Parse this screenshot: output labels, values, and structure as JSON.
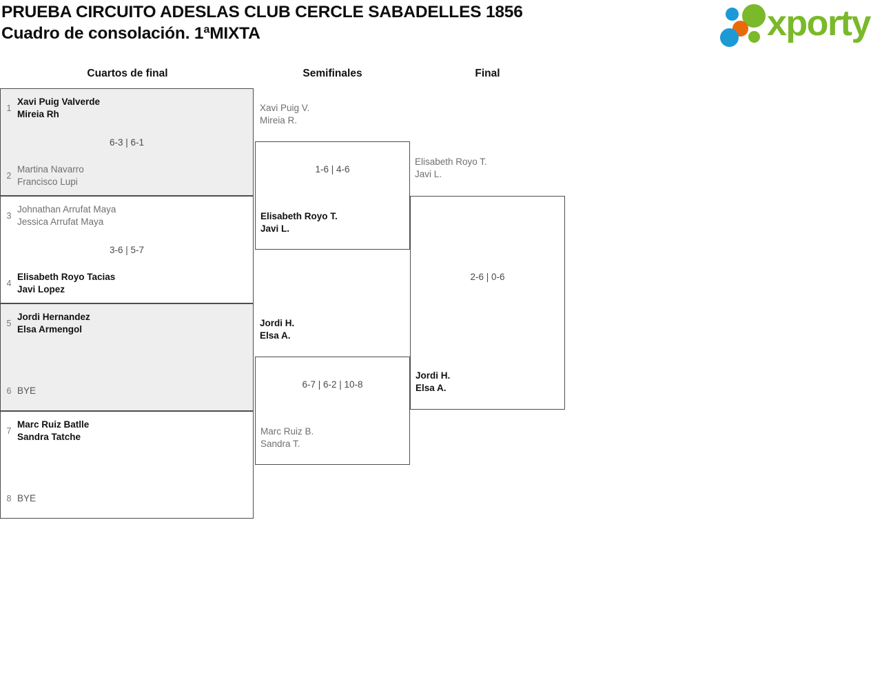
{
  "header": {
    "title_line1": "PRUEBA CIRCUITO ADESLAS CLUB CERCLE SABADELLES 1856",
    "title_line2": "Cuadro de consolación. 1ªMIXTA",
    "logo_text": "xporty",
    "logo_colors": {
      "green": "#7ab929",
      "blue": "#1b9ad6",
      "orange": "#e96a0b"
    }
  },
  "rounds": [
    {
      "label": "Cuartos de final"
    },
    {
      "label": "Semifinales"
    },
    {
      "label": "Final"
    }
  ],
  "quarterfinals": [
    {
      "shaded": true,
      "top": {
        "seed": "1",
        "line1": "Xavi Puig Valverde",
        "line2": "Mireia Rh",
        "winner": true
      },
      "bottom": {
        "seed": "2",
        "line1": "Martina Navarro",
        "line2": "Francisco Lupi",
        "winner": false
      },
      "score": "6-3 | 6-1"
    },
    {
      "shaded": false,
      "top": {
        "seed": "3",
        "line1": "Johnathan Arrufat Maya",
        "line2": "Jessica Arrufat Maya",
        "winner": false
      },
      "bottom": {
        "seed": "4",
        "line1": "Elisabeth Royo Tacias",
        "line2": "Javi Lopez",
        "winner": true
      },
      "score": "3-6 | 5-7"
    },
    {
      "shaded": true,
      "top": {
        "seed": "5",
        "line1": "Jordi Hernandez",
        "line2": "Elsa Armengol",
        "winner": true
      },
      "bottom": {
        "seed": "6",
        "line1": "BYE",
        "line2": "",
        "winner": false
      },
      "score": ""
    },
    {
      "shaded": false,
      "top": {
        "seed": "7",
        "line1": "Marc Ruiz Batlle",
        "line2": "Sandra Tatche",
        "winner": true
      },
      "bottom": {
        "seed": "8",
        "line1": "BYE",
        "line2": "",
        "winner": false
      },
      "score": ""
    }
  ],
  "semifinals": [
    {
      "top": {
        "line1": "Xavi Puig V.",
        "line2": "Mireia R.",
        "winner": false
      },
      "bottom": {
        "line1": "Elisabeth Royo T.",
        "line2": "Javi L.",
        "winner": true
      },
      "score": "1-6 | 4-6"
    },
    {
      "top": {
        "line1": "Jordi H.",
        "line2": "Elsa A.",
        "winner": true
      },
      "bottom": {
        "line1": "Marc Ruiz B.",
        "line2": "Sandra T.",
        "winner": false
      },
      "score": "6-7 | 6-2 | 10-8"
    }
  ],
  "final": {
    "top": {
      "line1": "Elisabeth Royo T.",
      "line2": "Javi L.",
      "winner": false
    },
    "bottom": {
      "line1": "Jordi H.",
      "line2": "Elsa A.",
      "winner": true
    },
    "score": "2-6 | 0-6"
  },
  "bracket_meta": {
    "rounds_count": 3,
    "entrants": 8,
    "byes": 2
  }
}
